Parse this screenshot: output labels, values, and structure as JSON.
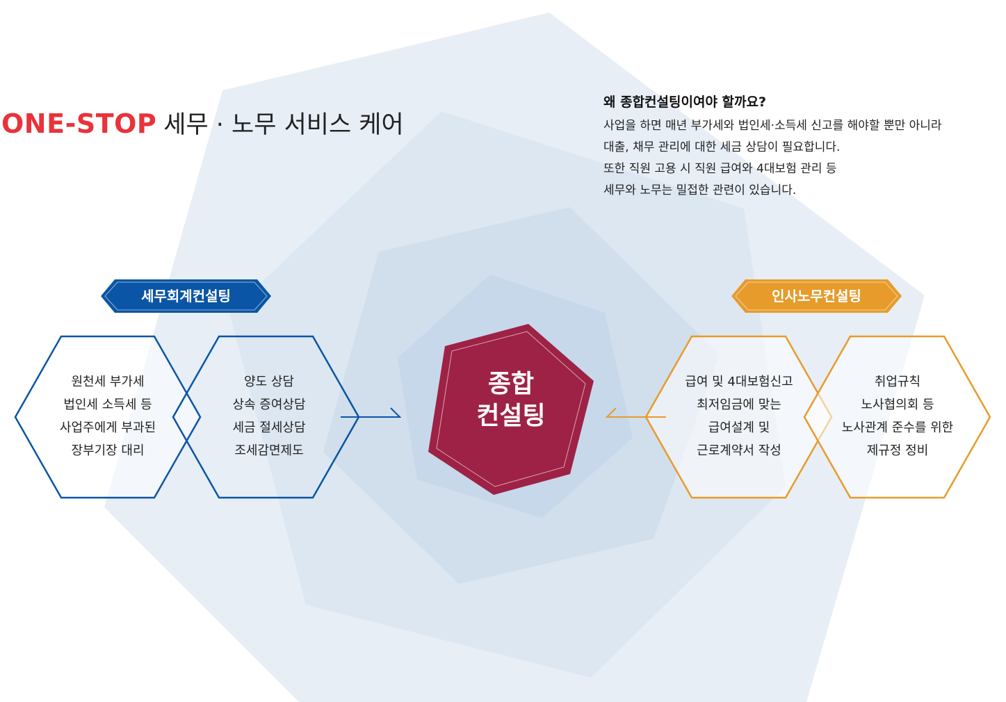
{
  "headline": {
    "brand": "ONE-STOP",
    "subtitle": "세무 · 노무 서비스 케어"
  },
  "why": {
    "title": "왜 종합컨설팅이여야 할까요?",
    "lines": [
      "사업을 하면 매년 부가세와 법인세·소득세 신고를 해야할 뿐만 아니라",
      "대출, 채무 관리에 대한 세금 상담이 필요합니다.",
      "또한 직원 고용 시 직원 급여와 4대보험 관리 등",
      "세무와 노무는 밀접한 관련이 있습니다."
    ]
  },
  "tax": {
    "label": "세무회계컨설팅",
    "hex1": [
      "원천세  부가세",
      "법인세  소득세 등",
      "사업주에게 부과된",
      "장부기장 대리"
    ],
    "hex2": [
      "양도 상담",
      "상속 증여상담",
      "세금 절세상담",
      "조세감면제도"
    ]
  },
  "labor": {
    "label": "인사노무컨설팅",
    "hex1": [
      "급여 및 4대보험신고",
      "최저임금에 맞는",
      "급여설계 및",
      "근로계약서 작성"
    ],
    "hex2": [
      "취업규칙",
      "노사협의회 등",
      "노사관계 준수를 위한",
      "제규정 정비"
    ]
  },
  "center": {
    "lines": [
      "종합",
      "컨설팅"
    ]
  },
  "colors": {
    "brand_red": "#e8333a",
    "tax_blue": "#0a55a5",
    "labor_orange": "#e79b2b",
    "center_maroon": "#9e2245",
    "bg_hex": "#e6eef6"
  }
}
